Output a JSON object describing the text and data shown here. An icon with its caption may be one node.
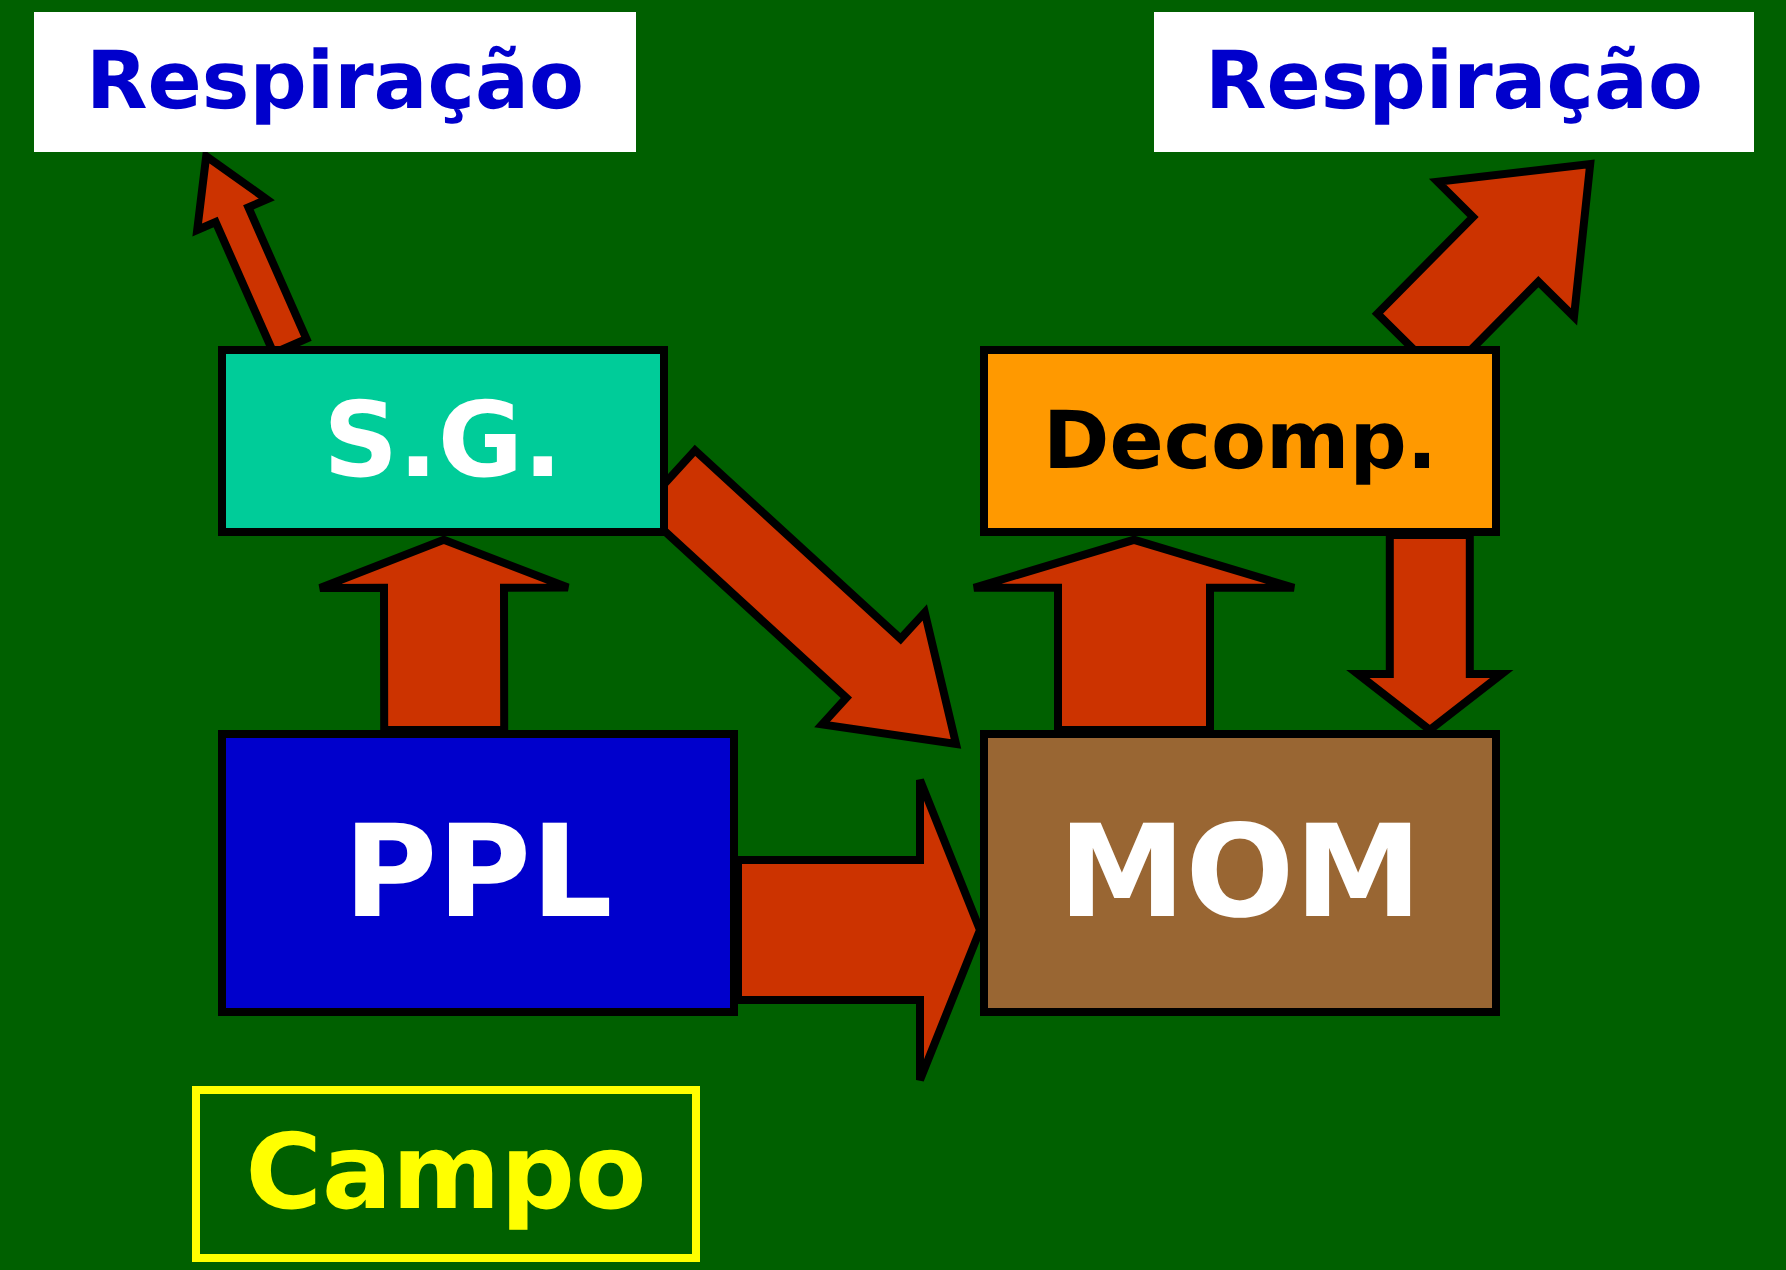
{
  "diagram": {
    "nodes": [
      {
        "text": [
          "Respiração"
        ]
      },
      {
        "text": [
          "Respiração"
        ]
      },
      {
        "text": [
          "S.G."
        ]
      },
      {
        "text": [
          "Decomp."
        ]
      },
      {
        "text": [
          "PPL"
        ]
      },
      {
        "text": [
          "MOM"
        ]
      },
      {
        "text": [
          "Campo"
        ]
      }
    ],
    "edges": [
      {
        "from": 2,
        "to": 0,
        "arrow": "to",
        "style": "thick"
      },
      {
        "from": 3,
        "to": 1,
        "arrow": "to",
        "style": "thick"
      },
      {
        "from": 4,
        "to": 2,
        "arrow": "to",
        "style": "thick"
      },
      {
        "from": 2,
        "to": 5,
        "arrow": "to",
        "style": "thick"
      },
      {
        "from": 4,
        "to": 5,
        "arrow": "to",
        "style": "thick"
      },
      {
        "from": 5,
        "to": 3,
        "arrow": "to",
        "style": "thick"
      },
      {
        "from": 3,
        "to": 5,
        "arrow": "to",
        "style": "thick"
      }
    ]
  }
}
